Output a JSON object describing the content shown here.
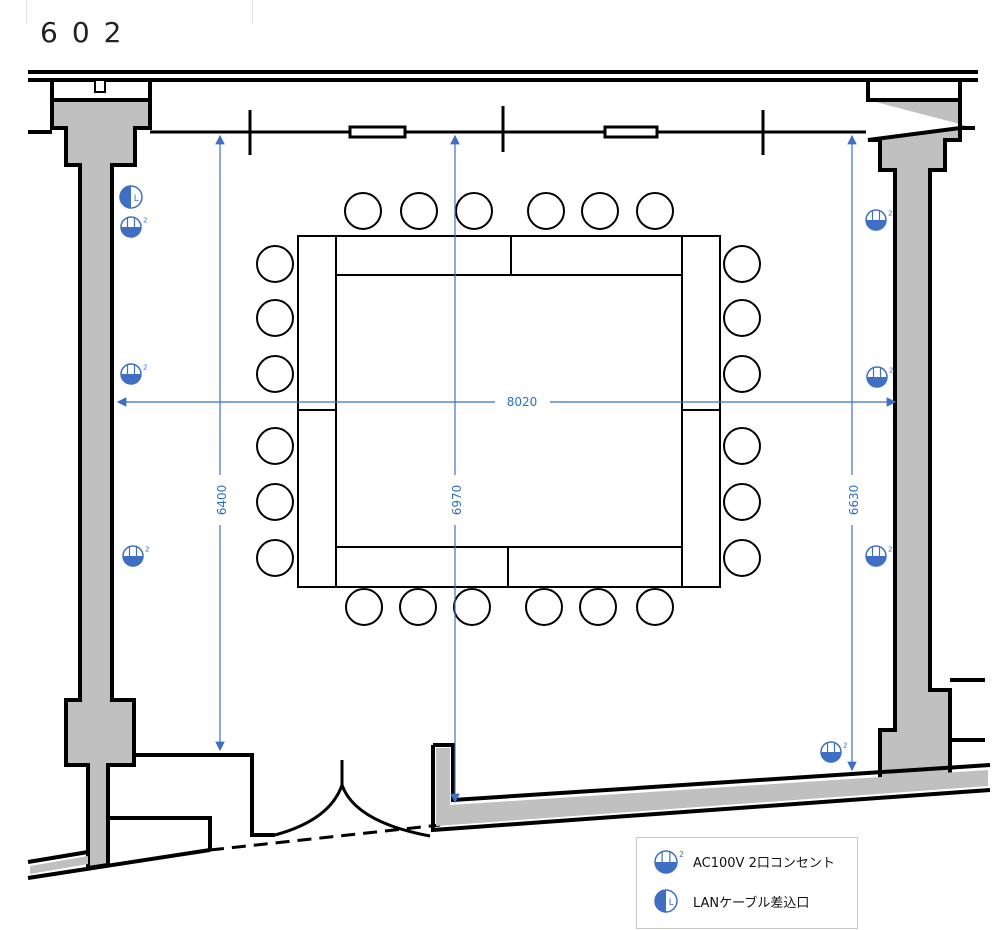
{
  "room_number": "602",
  "dimensions": {
    "width": "8020",
    "left_depth": "6400",
    "center_depth": "6970",
    "right_depth": "6630"
  },
  "legend": {
    "ac_outlet": {
      "label": "AC100V 2口コンセント",
      "icon": "ac-outlet-icon",
      "superscript": "2"
    },
    "lan_port": {
      "label": "LANケーブル差込口",
      "icon": "lan-port-icon",
      "glyph": "L"
    }
  },
  "colors": {
    "accent": "#3f6fc4",
    "wall": "#c0c0c0",
    "line": "#000000"
  },
  "furniture": {
    "chairs": 24,
    "tables": 8
  }
}
